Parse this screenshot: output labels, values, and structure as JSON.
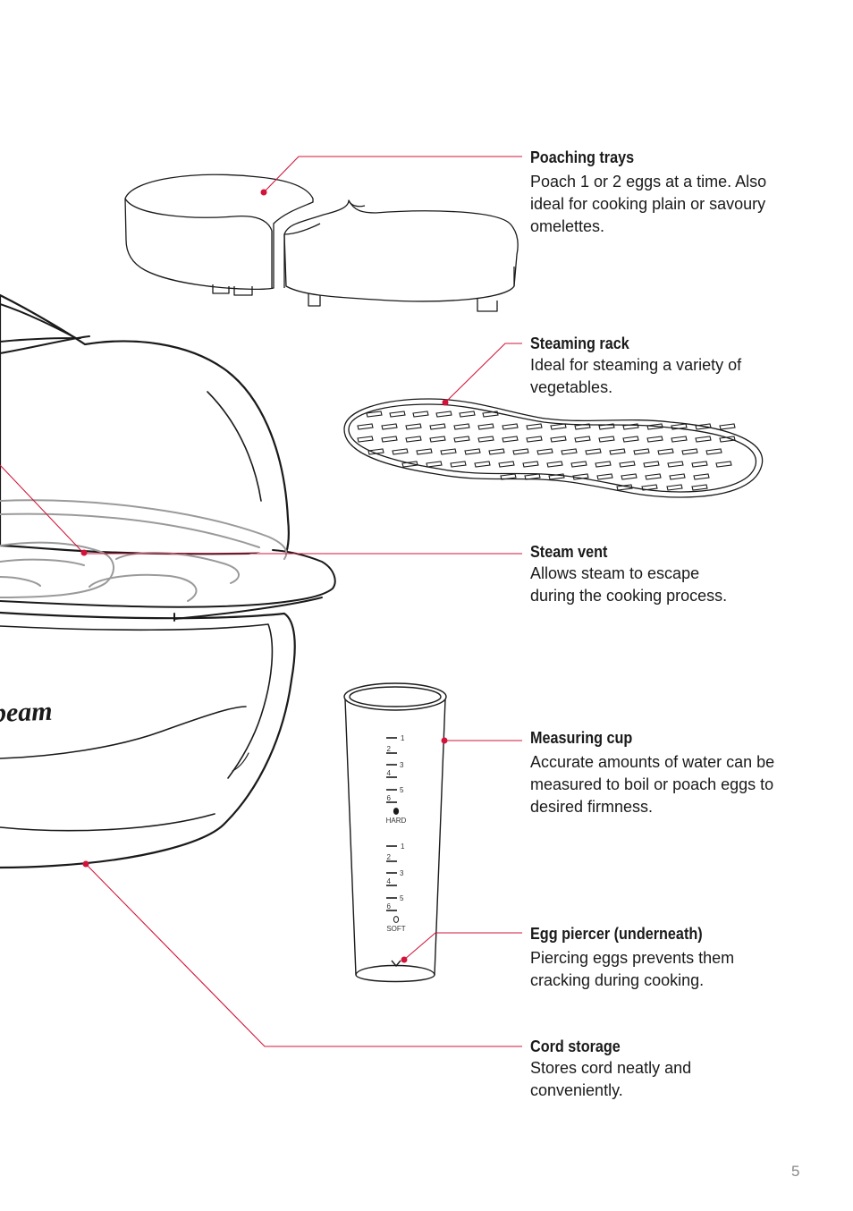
{
  "callouts": [
    {
      "id": "poaching",
      "title": "Poaching trays",
      "lines": [
        "Poach 1 or 2 eggs at a time. Also",
        "ideal for cooking plain or savoury",
        "omelettes."
      ]
    },
    {
      "id": "rack",
      "title": "Steaming rack",
      "lines": [
        "Ideal for steaming a variety of",
        "vegetables."
      ]
    },
    {
      "id": "vent",
      "title": "Steam vent",
      "lines": [
        "Allows steam to escape",
        "during the cooking process."
      ]
    },
    {
      "id": "cup",
      "title": "Measuring cup",
      "lines": [
        "Accurate amounts of water can be",
        "measured to boil or poach eggs to",
        "desired firmness."
      ]
    },
    {
      "id": "piercer",
      "title": "Egg piercer (underneath)",
      "lines": [
        "Piercing eggs prevents them",
        "cracking during cooking."
      ]
    },
    {
      "id": "cord",
      "title": "Cord storage",
      "lines": [
        "Stores cord neatly and",
        "conveniently."
      ]
    }
  ],
  "cup_scale": {
    "hard_numbers": [
      "1",
      "2",
      "3",
      "4",
      "5",
      "6"
    ],
    "hard_label": "HARD",
    "soft_numbers": [
      "1",
      "2",
      "3",
      "4",
      "5",
      "6"
    ],
    "soft_label": "SOFT"
  },
  "brand_text": "beam",
  "page_number": "5",
  "colors": {
    "leader_line": "#d2143a",
    "outline": "#1a1a1a",
    "inner_detail": "#9a9a9a"
  }
}
